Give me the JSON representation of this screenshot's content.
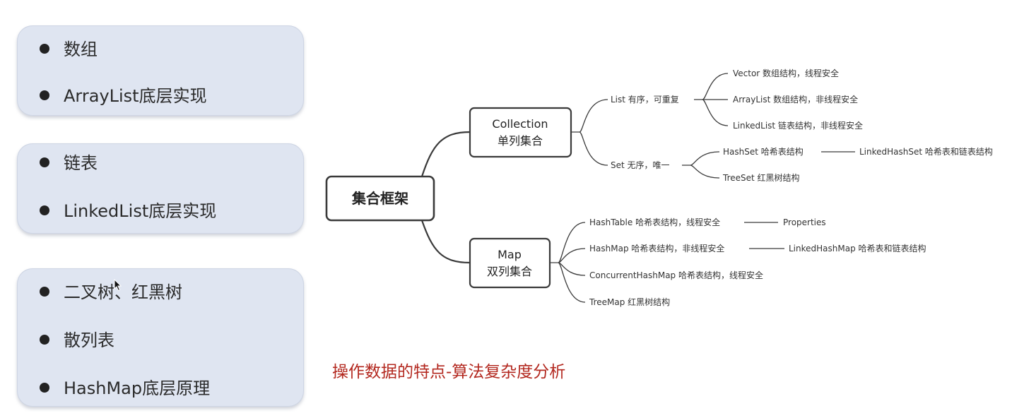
{
  "cards": [
    {
      "items": [
        "数组",
        "ArrayList底层实现"
      ]
    },
    {
      "items": [
        "链表",
        "LinkedList底层实现"
      ]
    },
    {
      "items": [
        "二叉树、红黑树",
        "散列表",
        "HashMap底层原理"
      ]
    }
  ],
  "mindmap": {
    "root": "集合框架",
    "collection": {
      "title": "Collection",
      "subtitle": "单列集合"
    },
    "map": {
      "title": "Map",
      "subtitle": "双列集合"
    },
    "list": "List  有序，可重复",
    "set": "Set  无序，唯一",
    "vector": "Vector  数组结构，线程安全",
    "arraylist": "ArrayList  数组结构，非线程安全",
    "linkedlist": "LinkedList  链表结构，非线程安全",
    "hashset": "HashSet  哈希表结构",
    "linkedhashset": "LinkedHashSet  哈希表和链表结构",
    "treeset": "TreeSet  红黑树结构",
    "hashtable": "HashTable  哈希表结构，线程安全",
    "properties": "Properties",
    "hashmap": "HashMap  哈希表结构，非线程安全",
    "linkedhashmap": "LinkedHashMap  哈希表和链表结构",
    "concurrenthashmap": "ConcurrentHashMap  哈希表结构，线程安全",
    "treemap": "TreeMap   红黑树结构"
  },
  "note": "操作数据的特点-算法复杂度分析",
  "colors": {
    "note": "#b3281f",
    "card": "#dfe5f1",
    "line": "#3a3a3a"
  }
}
